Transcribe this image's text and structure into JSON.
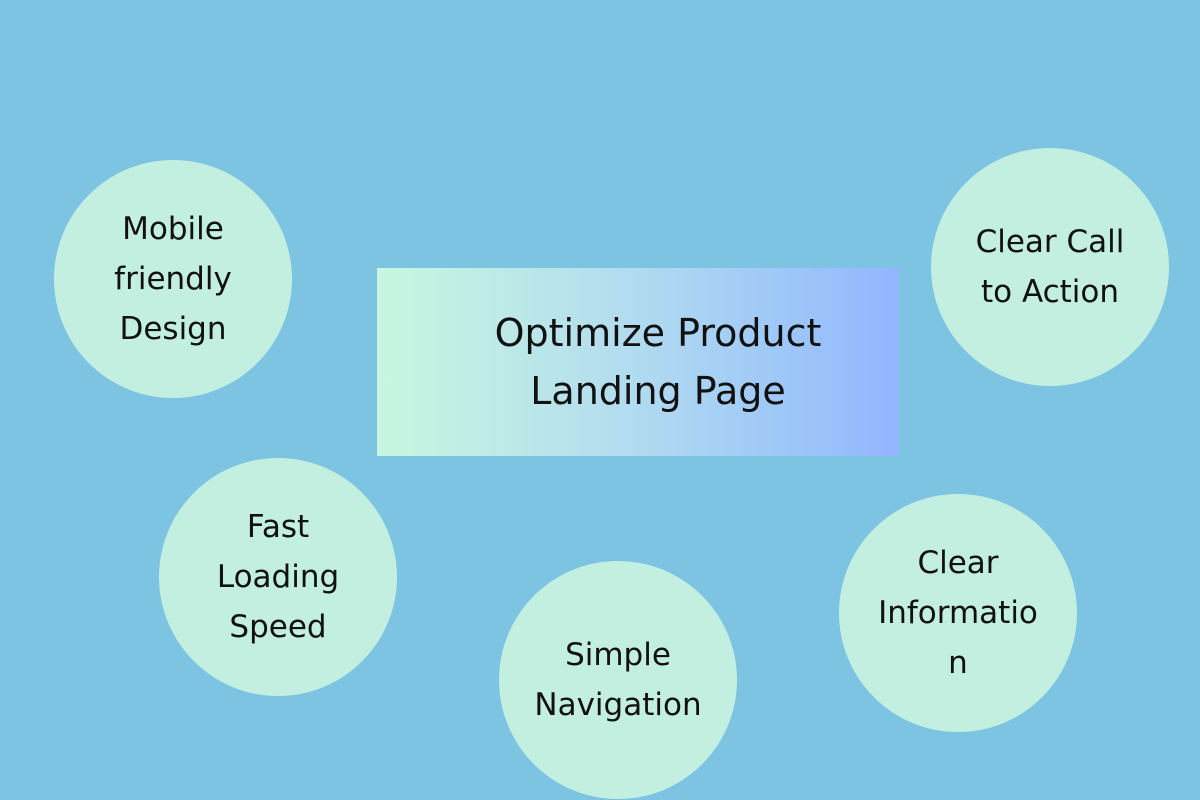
{
  "center": {
    "title_line1": "Optimize Product",
    "title_line2": "Landing Page"
  },
  "nodes": [
    {
      "line1": "Mobile",
      "line2": "friendly",
      "line3": "Design"
    },
    {
      "line1": "Clear Call",
      "line2": "to Action"
    },
    {
      "line1": "Fast",
      "line2": "Loading",
      "line3": "Speed"
    },
    {
      "line1": "Simple",
      "line2": "Navigation"
    },
    {
      "line1": "Clear",
      "line2": "Informatio",
      "line3": "n"
    }
  ],
  "colors": {
    "background": "#7dc3e2",
    "bubble": "#c3efe0",
    "gradient_start": "#c8f7df",
    "gradient_end": "#93b4ff"
  }
}
